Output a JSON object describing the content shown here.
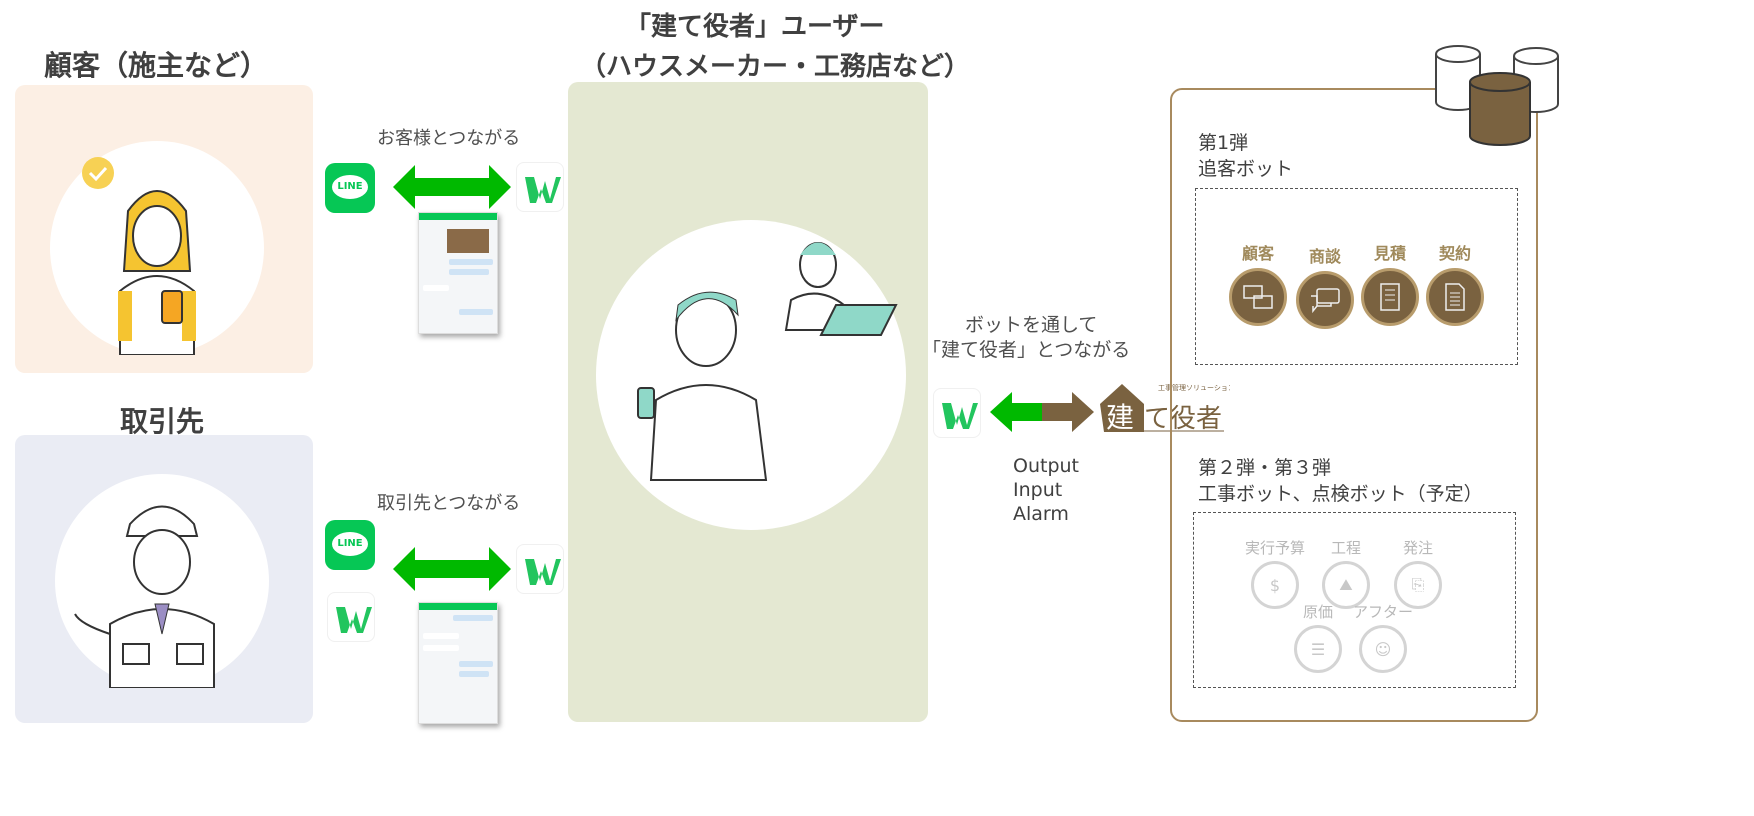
{
  "customer": {
    "title": "顧客（施主など）"
  },
  "partner": {
    "title": "取引先"
  },
  "user": {
    "title_line1": "「建て役者」ユーザー",
    "title_line2": "（ハウスメーカー・工務店など）"
  },
  "links": {
    "customer_link": "お客様とつながる",
    "partner_link": "取引先とつながる",
    "bot_line1": "ボットを通して",
    "bot_line2": "「建て役者」とつながる"
  },
  "icons": {
    "line_label": "LINE"
  },
  "io": [
    "Output",
    "Input",
    "Alarm"
  ],
  "logo": {
    "main": "建て役者",
    "sub": "工事管理ソリューション"
  },
  "phase1": {
    "title": "第1弾",
    "subtitle": "追客ボット",
    "items": [
      "顧客",
      "商談",
      "見積",
      "契約"
    ]
  },
  "phase2": {
    "title": "第２弾・第３弾",
    "subtitle": "工事ボット、点検ボット（予定）",
    "items": [
      "実行予算",
      "工程",
      "発注",
      "原価",
      "アフター"
    ]
  },
  "colors": {
    "green": "#00b900",
    "brown": "#7a6240",
    "gold": "#a88a5e"
  }
}
